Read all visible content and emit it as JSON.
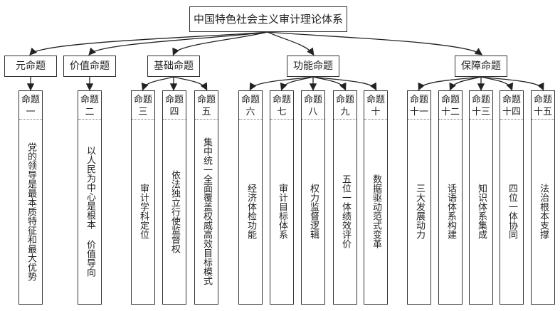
{
  "title": "中国特色社会主义审计理论体系",
  "categories": [
    {
      "label": "元命题",
      "props": [
        {
          "num": [
            "命题",
            "一"
          ],
          "text": "党的领导是最本质特征和最大优势"
        }
      ]
    },
    {
      "label": "价值命题",
      "props": [
        {
          "num": [
            "命题",
            "二"
          ],
          "text": "以人民为中心是根本 价值导向"
        }
      ]
    },
    {
      "label": "基础命题",
      "props": [
        {
          "num": [
            "命题",
            "三"
          ],
          "text": "审计学科定位"
        },
        {
          "num": [
            "命题",
            "四"
          ],
          "text": "依法独立行使监督权"
        },
        {
          "num": [
            "命题",
            "五"
          ],
          "text": "集中统一全面覆盖权威高效目标模式"
        }
      ]
    },
    {
      "label": "功能命题",
      "props": [
        {
          "num": [
            "命题",
            "六"
          ],
          "text": "经济体检功能"
        },
        {
          "num": [
            "命题",
            "七"
          ],
          "text": "审计目标体系"
        },
        {
          "num": [
            "命题",
            "八"
          ],
          "text": "权力监督逻辑"
        },
        {
          "num": [
            "命题",
            "九"
          ],
          "text": "五位一体绩效评价"
        },
        {
          "num": [
            "命题",
            "十"
          ],
          "text": "数据驱动范式变革"
        }
      ]
    },
    {
      "label": "保障命题",
      "props": [
        {
          "num": [
            "命题",
            "十一"
          ],
          "text": "三大发展动力"
        },
        {
          "num": [
            "命题",
            "十二"
          ],
          "text": "话语体系构建"
        },
        {
          "num": [
            "命题",
            "十三"
          ],
          "text": "知识体系集成"
        },
        {
          "num": [
            "命题",
            "十四"
          ],
          "text": "四位一体协同"
        },
        {
          "num": [
            "命题",
            "十五"
          ],
          "text": "法治根本支撑"
        }
      ]
    }
  ]
}
